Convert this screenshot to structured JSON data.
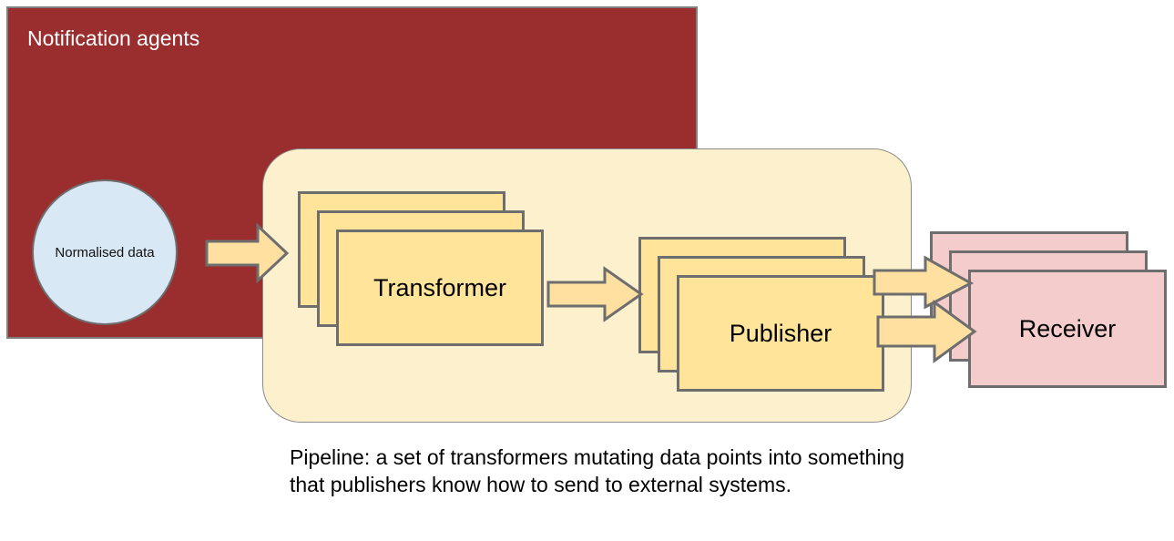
{
  "diagram": {
    "agents_container": {
      "title": "Notification agents",
      "fill": "#9a2d2d",
      "title_color": "#ffffff"
    },
    "source_node": {
      "label": "Normalised data",
      "shape": "circle",
      "fill": "#d9e8f5"
    },
    "pipeline_container": {
      "fill": "#fdf0cd",
      "shape": "rounded-rectangle"
    },
    "stacks": [
      {
        "name": "transformer",
        "label": "Transformer",
        "count": 3,
        "fill": "#ffe49a"
      },
      {
        "name": "publisher",
        "label": "Publisher",
        "count": 3,
        "fill": "#ffe49a"
      },
      {
        "name": "receiver",
        "label": "Receiver",
        "count": 3,
        "fill": "#f4cccc"
      }
    ],
    "arrows": [
      {
        "name": "data-to-transformer",
        "direction": "right",
        "fill": "#ffe0a0"
      },
      {
        "name": "transformer-to-publisher",
        "direction": "right",
        "fill": "#ffe0a0"
      },
      {
        "name": "publisher-to-receiver-upper",
        "direction": "right",
        "fill": "#ffe0a0"
      },
      {
        "name": "publisher-to-receiver-lower",
        "direction": "right",
        "fill": "#ffe0a0"
      }
    ],
    "caption": "Pipeline: a set of transformers mutating data points into something that publishers know how to send to external systems."
  }
}
